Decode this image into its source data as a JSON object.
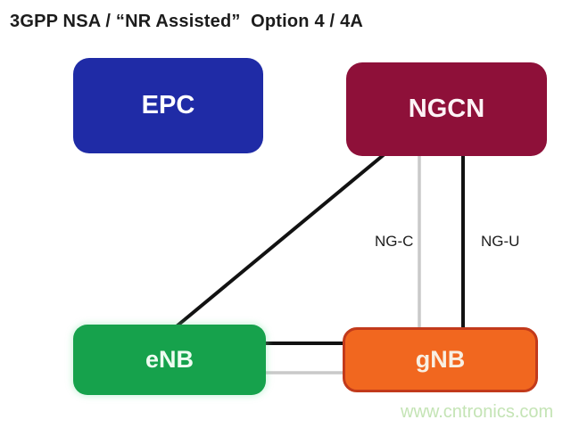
{
  "title": "3GPP NSA / “NR Assisted”  Option 4 / 4A",
  "nodes": {
    "epc": {
      "label": "EPC",
      "fill": "#1f2ba6",
      "text_color": "#ffffff"
    },
    "ngcn": {
      "label": "NGCN",
      "fill": "#8e1039",
      "text_color": "#ffffff"
    },
    "enb": {
      "label": "eNB",
      "fill": "#16a24c",
      "text_color": "#eefcf1"
    },
    "gnb": {
      "label": "gNB",
      "fill": "#f1671f",
      "border_color": "#c23a1b",
      "text_color": "#f8efe2"
    }
  },
  "edges": {
    "ngcn_enb": {
      "from": "NGCN",
      "to": "eNB",
      "style": "black",
      "color": "#121212"
    },
    "ng_c": {
      "from": "NGCN",
      "to": "gNB",
      "style": "gray",
      "color": "#c9c9c9",
      "label": "NG-C"
    },
    "ng_u": {
      "from": "NGCN",
      "to": "gNB",
      "style": "black",
      "color": "#121212",
      "label": "NG-U"
    },
    "enb_gnb_black": {
      "from": "eNB",
      "to": "gNB",
      "style": "black",
      "color": "#121212"
    },
    "enb_gnb_gray": {
      "from": "eNB",
      "to": "gNB",
      "style": "gray",
      "color": "#c9c9c9"
    }
  },
  "watermark": {
    "text": "www.cntronics.com",
    "color": "#c4e4b5"
  }
}
